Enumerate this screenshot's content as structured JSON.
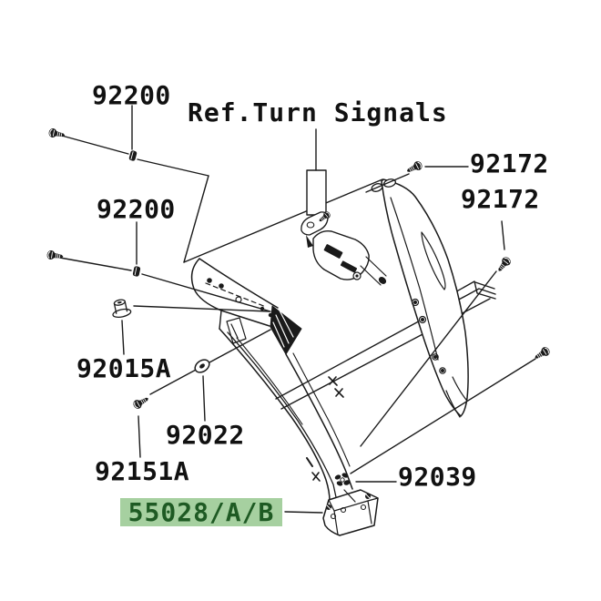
{
  "diagram": {
    "reference_title": "Ref.Turn Signals",
    "labels": {
      "screw_top": "92200",
      "screw_mid": "92200",
      "bolt_upper_right": "92172",
      "bolt_lower_right": "92172",
      "nut_left": "92015A",
      "washer": "92022",
      "bolt_left": "92151A",
      "rivet": "92039"
    },
    "highlighted_part": {
      "label": "55028/A/B",
      "background": "#a6d0a0",
      "text_color": "#1e5a23"
    },
    "colors": {
      "line": "#1a1a1a",
      "background": "#ffffff"
    }
  }
}
